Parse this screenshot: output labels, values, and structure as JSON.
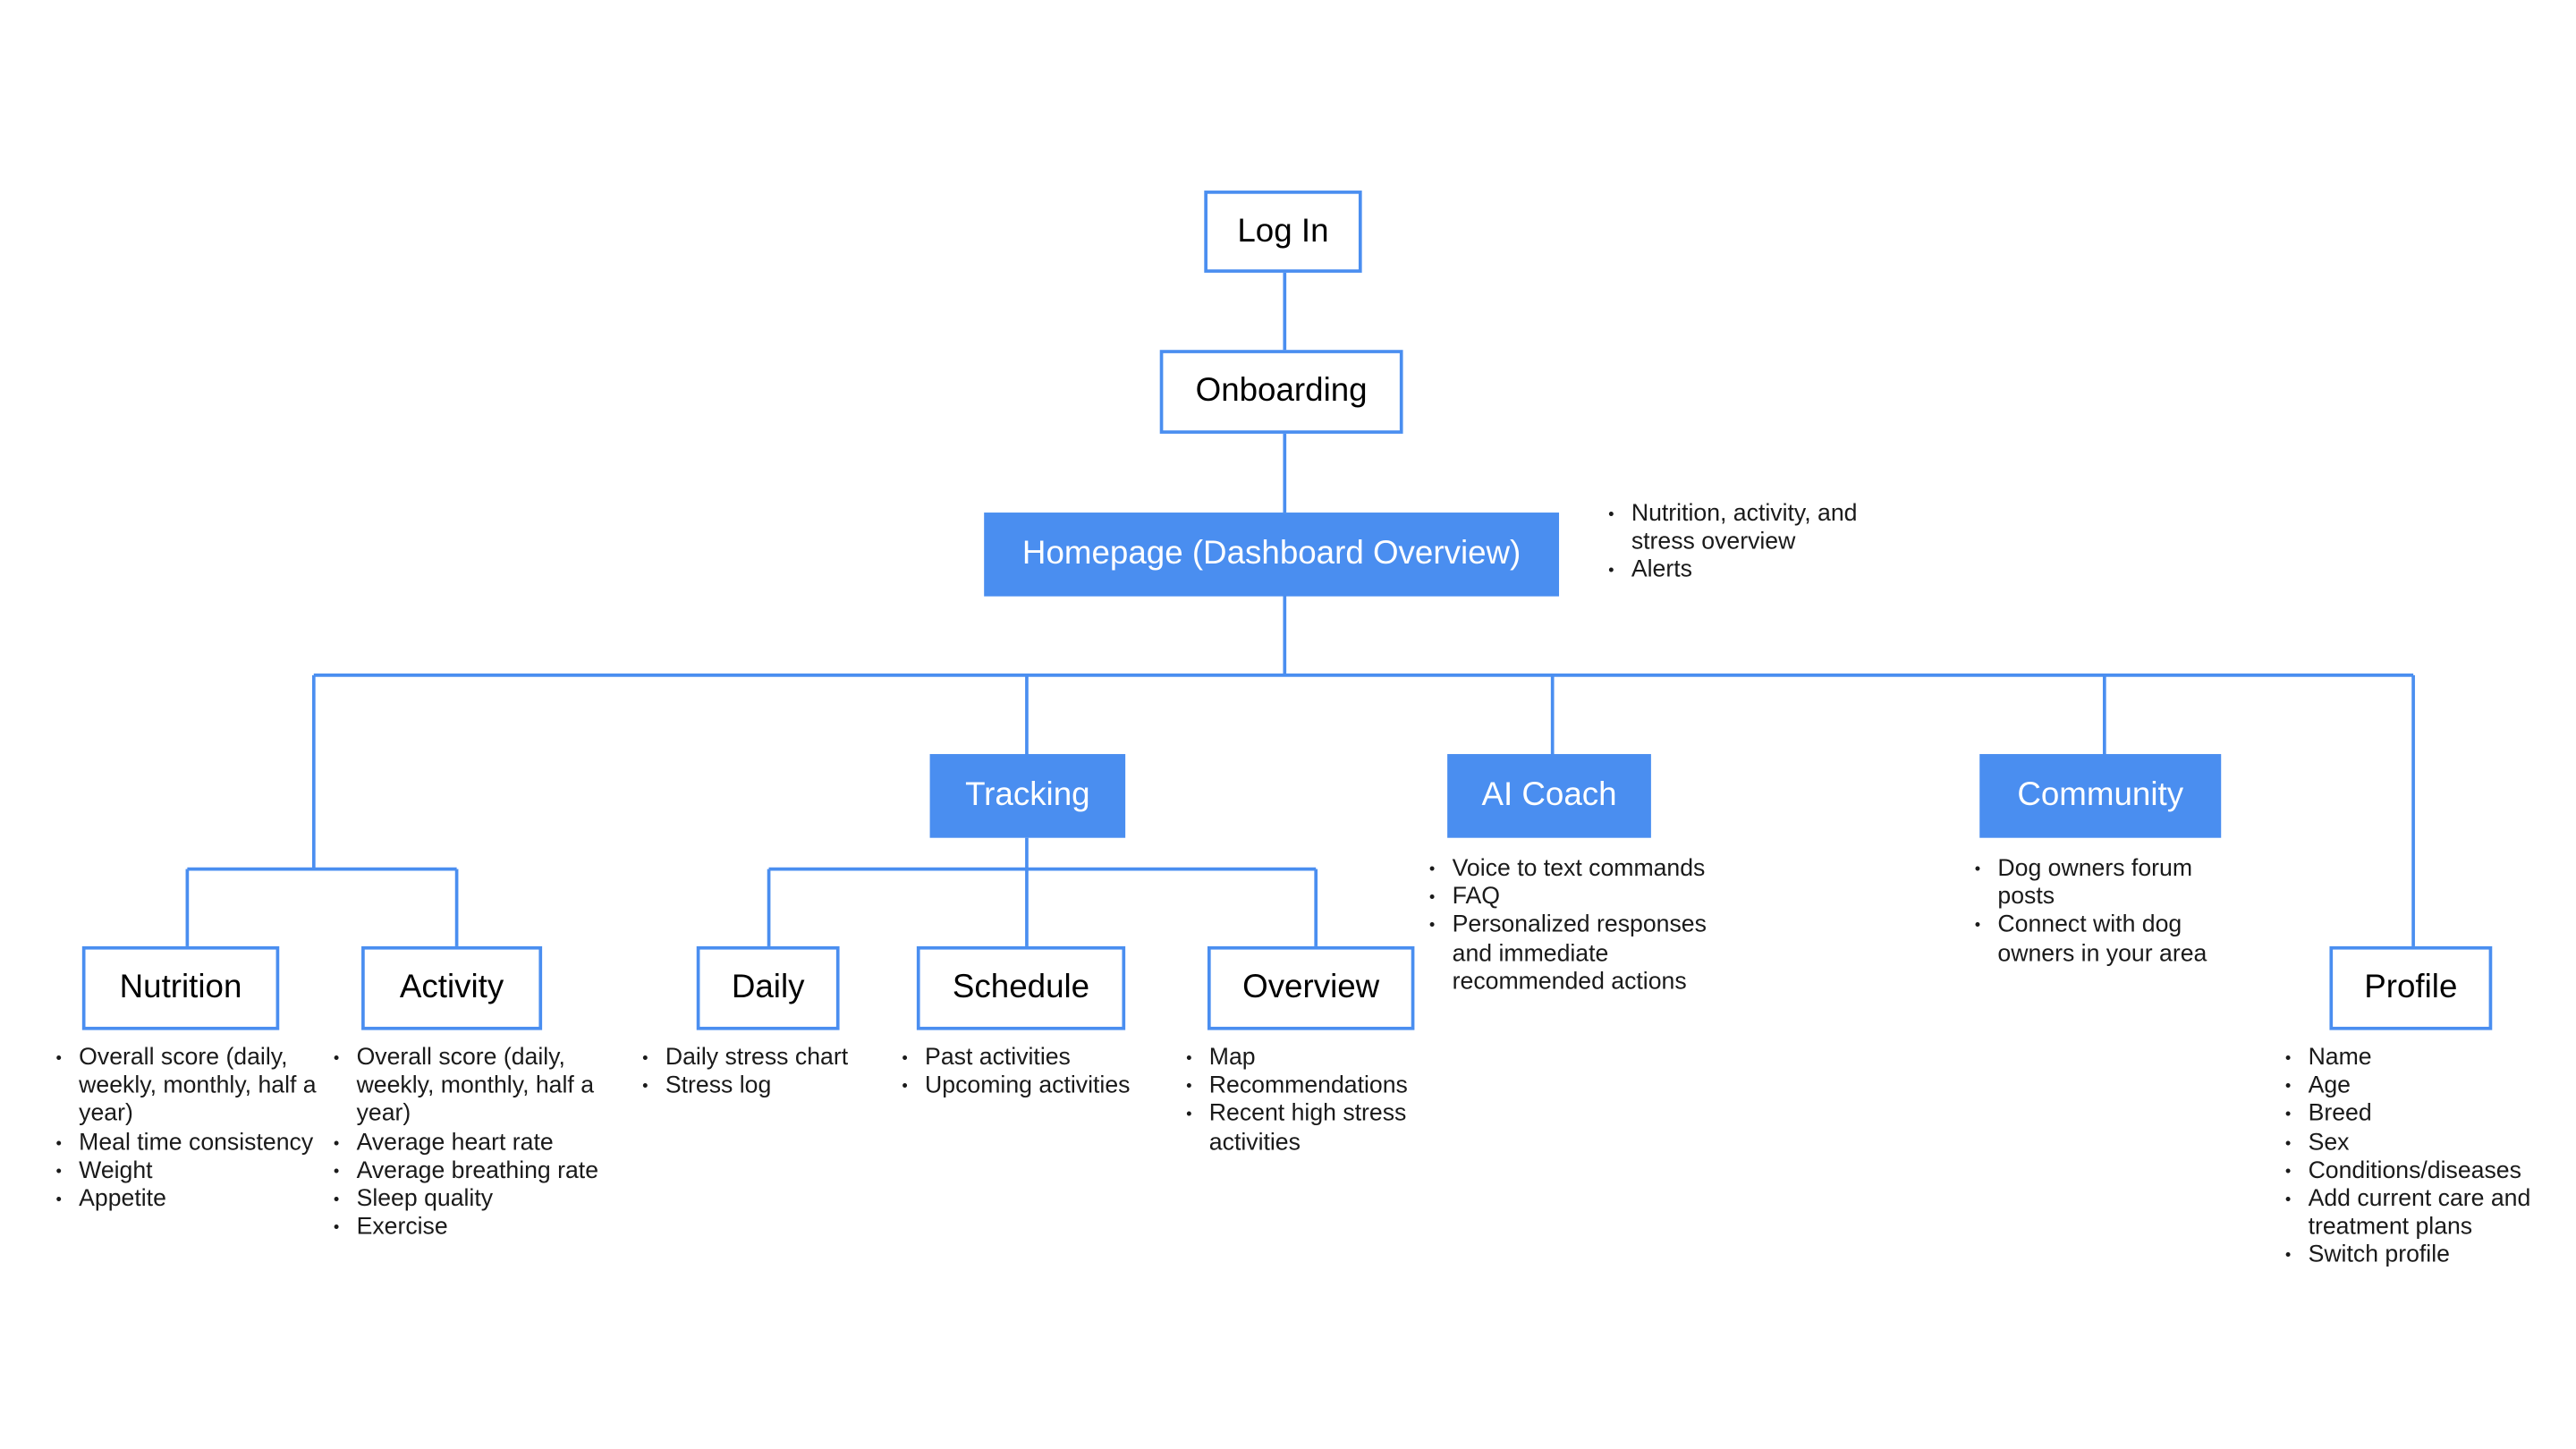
{
  "colors": {
    "accent": "#4a8ef0",
    "text": "#000000",
    "background": "#ffffff"
  },
  "nodes": {
    "login": "Log In",
    "onboarding": "Onboarding",
    "homepage": "Homepage (Dashboard Overview)",
    "tracking": "Tracking",
    "ai_coach": "AI Coach",
    "community": "Community",
    "nutrition": "Nutrition",
    "activity": "Activity",
    "daily": "Daily",
    "schedule": "Schedule",
    "overview": "Overview",
    "profile": "Profile"
  },
  "notes": {
    "homepage": [
      "Nutrition, activity, and stress overview",
      "Alerts"
    ],
    "ai_coach": [
      "Voice to text commands",
      "FAQ",
      "Personalized responses and immediate recommended actions"
    ],
    "community": [
      "Dog owners forum posts",
      "Connect with dog owners in your area"
    ],
    "nutrition": [
      "Overall score (daily, weekly, monthly, half a year)",
      "Meal time consistency",
      "Weight",
      "Appetite"
    ],
    "activity": [
      "Overall score (daily, weekly, monthly, half a year)",
      "Average heart rate",
      "Average breathing rate",
      "Sleep quality",
      "Exercise"
    ],
    "daily": [
      "Daily stress chart",
      "Stress log"
    ],
    "schedule": [
      "Past activities",
      "Upcoming activities"
    ],
    "overview": [
      "Map",
      "Recommendations",
      "Recent high stress activities"
    ],
    "profile": [
      "Name",
      "Age",
      "Breed",
      "Sex",
      "Conditions/diseases",
      "Add current care and treatment plans",
      "Switch profile"
    ]
  }
}
